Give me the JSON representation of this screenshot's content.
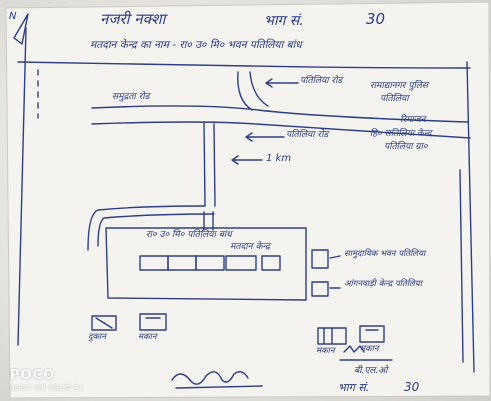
{
  "sheet": {
    "title": "नजरी नक्शा",
    "booth_label": "भाग सं.",
    "booth_number": "30",
    "subtitle": "मतदान केन्द्र का नाम - रा० उ० मि० भवन पतिलिया बांध",
    "north_mark": "N"
  },
  "map": {
    "road_left": "समुद्रता रोड",
    "road_pointer_top": "पतिलिया रोड",
    "gate_top_right": "रामाद्यानगर पुलिस",
    "building_top_right": "पतिलिया",
    "label_right_1": "रिमाजन",
    "label_right_2": "हि० सतिलिया केन्द्र",
    "label_right_3": "पतिलिया ग्रा०",
    "road_pointer_mid": "पतिलिया रोड",
    "distance": "1 km",
    "school_name": "रा० उ० मि० पतिलिया बांध",
    "polling_centre": "मतदान केन्द्र",
    "label_community": "सामुदायिक भवन पतिलिया",
    "label_anganwadi": "आंगनवाड़ी केन्द्र पतिलिया",
    "house_left_1": "दुकान",
    "house_left_2": "मकान",
    "house_right_1": "मकान",
    "house_right_2": "मकान",
    "footer_booth_label": "भाग सं.",
    "footer_booth_number": "30",
    "officer_title": "बी.एल.ओ"
  },
  "watermark": {
    "brand": "POCO",
    "line2": "SHOT ON POCO F1"
  }
}
